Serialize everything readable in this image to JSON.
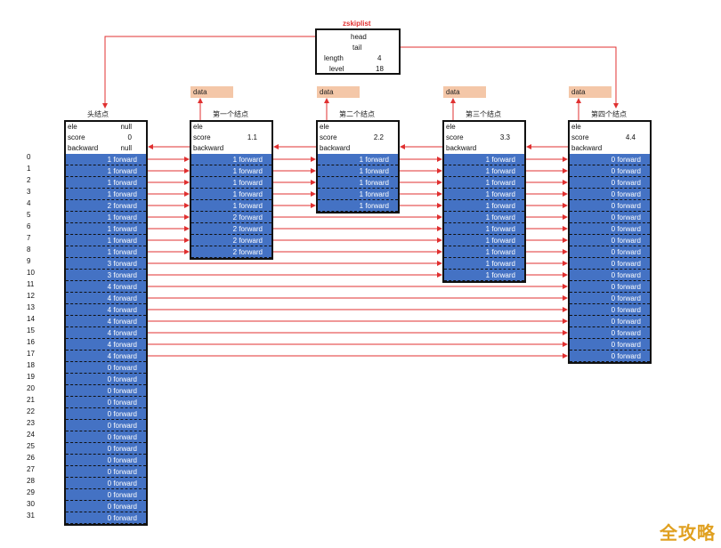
{
  "zskiplist": {
    "title": "zskiplist",
    "head_label": "head",
    "tail_label": "tail",
    "length_label": "length",
    "length_value": "4",
    "level_label": "level",
    "level_value": "18"
  },
  "labels": {
    "ele": "ele",
    "score": "score",
    "backward": "backward",
    "data": "data",
    "forward": "forward"
  },
  "nodes": [
    {
      "name": "头结点",
      "ele": "null",
      "score": "0",
      "backward": "null",
      "spans": [
        "1",
        "1",
        "1",
        "1",
        "2",
        "1",
        "1",
        "1",
        "1",
        "3",
        "3",
        "4",
        "4",
        "4",
        "4",
        "4",
        "4",
        "4",
        "0",
        "0",
        "0",
        "0",
        "0",
        "0",
        "0",
        "0",
        "0",
        "0",
        "0",
        "0",
        "0",
        "0"
      ]
    },
    {
      "name": "第一个结点",
      "ele": "",
      "score": "1.1",
      "backward": "",
      "spans": [
        "1",
        "1",
        "1",
        "1",
        "1",
        "2",
        "2",
        "2",
        "2"
      ]
    },
    {
      "name": "第二个结点",
      "ele": "",
      "score": "2.2",
      "backward": "",
      "spans": [
        "1",
        "1",
        "1",
        "1",
        "1"
      ]
    },
    {
      "name": "第三个结点",
      "ele": "",
      "score": "3.3",
      "backward": "",
      "spans": [
        "1",
        "1",
        "1",
        "1",
        "1",
        "1",
        "1",
        "1",
        "1",
        "1",
        "1"
      ]
    },
    {
      "name": "第四个结点",
      "ele": "",
      "score": "4.4",
      "backward": "",
      "spans": [
        "0",
        "0",
        "0",
        "0",
        "0",
        "0",
        "0",
        "0",
        "0",
        "0",
        "0",
        "0",
        "0",
        "0",
        "0",
        "0",
        "0",
        "0"
      ]
    }
  ],
  "level_indices": [
    "0",
    "1",
    "2",
    "3",
    "4",
    "5",
    "6",
    "7",
    "8",
    "9",
    "10",
    "11",
    "12",
    "13",
    "14",
    "15",
    "16",
    "17",
    "18",
    "19",
    "20",
    "21",
    "22",
    "23",
    "24",
    "25",
    "26",
    "27",
    "28",
    "29",
    "30",
    "31"
  ],
  "watermark": "全攻略",
  "colors": {
    "level_fill": "#4472c4",
    "arrow": "#e03030",
    "data_fill": "#f4c7a8"
  }
}
